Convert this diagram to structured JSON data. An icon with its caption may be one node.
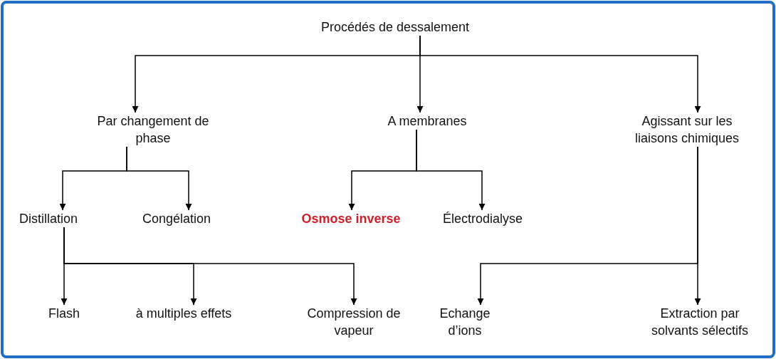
{
  "diagram": {
    "nodes": [
      {
        "text": [
          "Procédés de dessalement"
        ]
      },
      {
        "text": [
          "Par changement de phase"
        ]
      },
      {
        "text": [
          "A membranes"
        ]
      },
      {
        "text": [
          "Agissant sur les liaisons chimiques"
        ]
      },
      {
        "text": [
          "Distillation"
        ]
      },
      {
        "text": [
          "Congélation"
        ]
      },
      {
        "text": [
          "Osmose inverse"
        ]
      },
      {
        "text": [
          "Électrodialyse"
        ]
      },
      {
        "text": [
          "Flash"
        ]
      },
      {
        "text": [
          "à multiples effets"
        ]
      },
      {
        "text": [
          "Compression de vapeur"
        ]
      },
      {
        "text": [
          "Echange d’ions"
        ]
      },
      {
        "text": [
          "Extraction par solvants sélectifs"
        ]
      }
    ],
    "edges": [
      {
        "from": 0,
        "to": 1,
        "arrow": "to"
      },
      {
        "from": 0,
        "to": 2,
        "arrow": "to"
      },
      {
        "from": 0,
        "to": 3,
        "arrow": "to"
      },
      {
        "from": 1,
        "to": 4,
        "arrow": "to"
      },
      {
        "from": 1,
        "to": 5,
        "arrow": "to"
      },
      {
        "from": 2,
        "to": 6,
        "arrow": "to"
      },
      {
        "from": 2,
        "to": 7,
        "arrow": "to"
      },
      {
        "from": 4,
        "to": 8,
        "arrow": "to"
      },
      {
        "from": 4,
        "to": 9,
        "arrow": "to"
      },
      {
        "from": 4,
        "to": 10,
        "arrow": "to"
      },
      {
        "from": 3,
        "to": 11,
        "arrow": "to"
      },
      {
        "from": 3,
        "to": 12,
        "arrow": "to"
      }
    ]
  }
}
